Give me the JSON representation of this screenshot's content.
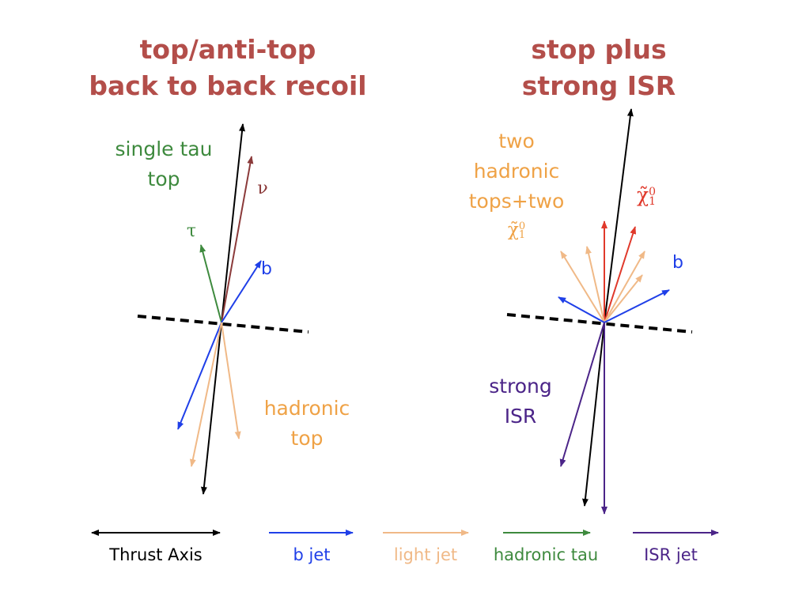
{
  "left_panel": {
    "title_line1": "top/anti-top",
    "title_line2": "back to back recoil",
    "label_single_tau_line1": "single tau",
    "label_single_tau_line2": "top",
    "label_tau": "τ",
    "label_nu": "ν",
    "label_b": "b",
    "label_hadronic_line1": "hadronic",
    "label_hadronic_line2": "top"
  },
  "right_panel": {
    "title_line1": "stop plus",
    "title_line2": "strong ISR",
    "label_two_tops_line1": "two",
    "label_two_tops_line2": "hadronic",
    "label_two_tops_line3": "tops+two",
    "label_two_tops_chi": "χ̃",
    "label_two_tops_chi_sup": "0",
    "label_two_tops_chi_sub": "1",
    "label_chi": "χ̃",
    "label_chi_sup": "0",
    "label_chi_sub": "1",
    "label_b": "b",
    "label_isr_line1": "strong",
    "label_isr_line2": "ISR"
  },
  "legend": [
    {
      "label": "Thrust Axis",
      "color": "#000000"
    },
    {
      "label": "b jet",
      "color": "#1f3fe8"
    },
    {
      "label": "light jet",
      "color": "#f0b987"
    },
    {
      "label": "hadronic tau",
      "color": "#3e8a3e"
    },
    {
      "label": "ISR jet",
      "color": "#4b2488"
    }
  ],
  "colors": {
    "title": "#b34e4a",
    "thrust": "#000000",
    "b_jet": "#1f3fe8",
    "light_jet": "#f0b987",
    "light_label": "#efa246",
    "tau": "#3e8a3e",
    "nu": "#8b3a3a",
    "isr": "#4b2488",
    "neutralino": "#e0392b"
  }
}
